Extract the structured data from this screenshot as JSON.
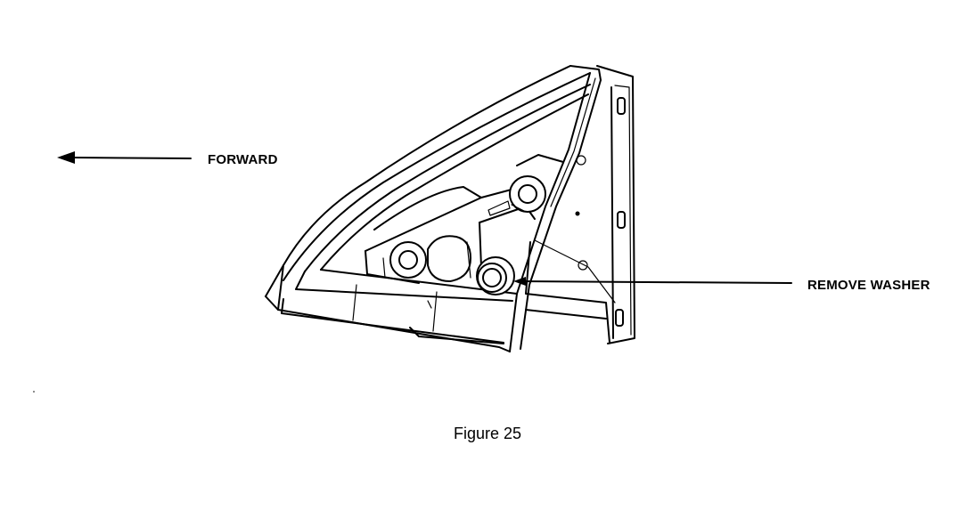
{
  "figure": {
    "caption": "Figure 25",
    "labels": {
      "forward": "FORWARD",
      "remove_washer": "REMOVE WASHER"
    }
  },
  "colors": {
    "ink": "#000000",
    "paper": "#ffffff"
  }
}
